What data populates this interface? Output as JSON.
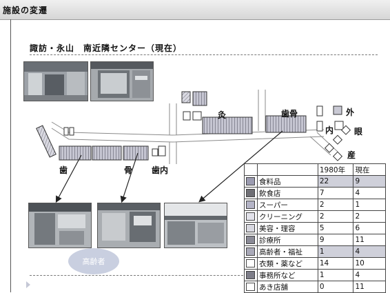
{
  "header": {
    "title": "施設の変遷"
  },
  "section": {
    "subtitle": "諏訪・永山　南近隣センター（現在）"
  },
  "map": {
    "labels": [
      {
        "id": "shika1",
        "text": "歯"
      },
      {
        "id": "hone",
        "text": "骨"
      },
      {
        "id": "shikanai",
        "text": "歯内"
      },
      {
        "id": "ka",
        "text": "灸"
      },
      {
        "id": "shikotsu",
        "text": "歯骨"
      },
      {
        "id": "nai",
        "text": "内"
      },
      {
        "id": "soto",
        "text": "外"
      },
      {
        "id": "me",
        "text": "眼"
      },
      {
        "id": "san",
        "text": "産"
      }
    ]
  },
  "bubble": {
    "text": "高齢者"
  },
  "table": {
    "headers": [
      "1980年",
      "現在"
    ],
    "rows": [
      {
        "name": "食料品",
        "y1980": "22",
        "now": "9",
        "color": "#9b9bb0",
        "highlight": true
      },
      {
        "name": "飲食店",
        "y1980": "7",
        "now": "4",
        "color": "#6f6f75",
        "highlight": false
      },
      {
        "name": "スーパー",
        "y1980": "2",
        "now": "1",
        "color": "#b4b4c6",
        "highlight": false
      },
      {
        "name": "クリーニング",
        "y1980": "2",
        "now": "2",
        "color": "#e2e2ea",
        "highlight": false
      },
      {
        "name": "美容・理容",
        "y1980": "5",
        "now": "6",
        "color": "#d8d8e0",
        "highlight": false
      },
      {
        "name": "診療所",
        "y1980": "9",
        "now": "11",
        "color": "#8a8a96",
        "highlight": false
      },
      {
        "name": "高齢者・福祉",
        "y1980": "1",
        "now": "4",
        "color": "#a9a9b8",
        "highlight": true
      },
      {
        "name": "衣類・薬など",
        "y1980": "14",
        "now": "10",
        "color": "#ffffff",
        "highlight": false
      },
      {
        "name": "事務所など",
        "y1980": "1",
        "now": "4",
        "color": "#7d7d88",
        "highlight": false
      },
      {
        "name": "あき店舗",
        "y1980": "0",
        "now": "11",
        "color": "#ffffff",
        "highlight": false
      }
    ]
  }
}
